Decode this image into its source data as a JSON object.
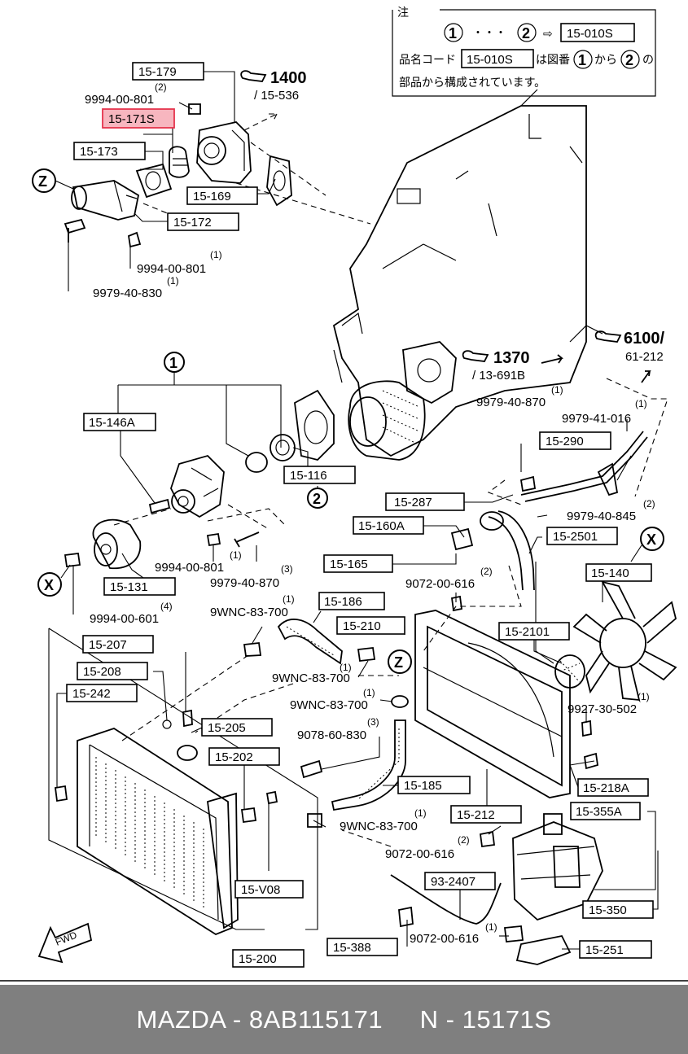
{
  "note": {
    "title": "注",
    "line1_from": "1",
    "line1_dots": "・・・",
    "line1_to": "2",
    "line1_arrow": "⇨",
    "line1_code": "15-010S",
    "line2_prefix": "品名コード",
    "line2_code": "15-010S",
    "line2_mid": "は図番",
    "line2_from": "1",
    "line2_kara": "から",
    "line2_to": "2",
    "line2_no": "の",
    "line3": "部品から構成されています。"
  },
  "refs": {
    "ref1400": "1400",
    "ref1400_sub": "/ 15-536",
    "ref1370": "1370",
    "ref1370_sub": "/ 13-691B",
    "ref6100": "6100/",
    "ref6100_sub": "61-212"
  },
  "parts": {
    "p15_179": "15-179",
    "p15_171s": "15-171S",
    "p15_173": "15-173",
    "p15_169": "15-169",
    "p15_172": "15-172",
    "p15_146a": "15-146A",
    "p15_116": "15-116",
    "p15_131": "15-131",
    "p15_290": "15-290",
    "p15_287": "15-287",
    "p15_160a": "15-160A",
    "p15_2501": "15-2501",
    "p15_165": "15-165",
    "p15_140": "15-140",
    "p15_186": "15-186",
    "p15_210": "15-210",
    "p15_2101": "15-2101",
    "p15_207": "15-207",
    "p15_208": "15-208",
    "p15_242": "15-242",
    "p15_205": "15-205",
    "p15_202": "15-202",
    "p15_185": "15-185",
    "p15_218a": "15-218A",
    "p15_212": "15-212",
    "p15_355a": "15-355A",
    "p93_2407": "93-2407",
    "p15_v08": "15-V08",
    "p15_350": "15-350",
    "p15_388": "15-388",
    "p15_251": "15-251",
    "p15_200": "15-200"
  },
  "fasteners": {
    "f1": "9994-00-801",
    "f1q": "(2)",
    "f2": "9994-00-801",
    "f2q": "(1)",
    "f3": "9979-40-830",
    "f3q": "(1)",
    "f4": "9979-40-870",
    "f4q": "(1)",
    "f5": "9979-41-016",
    "f5q": "(1)",
    "f6": "9979-40-845",
    "f6q": "(2)",
    "f7": "9994-00-801",
    "f7q": "(1)",
    "f8": "9979-40-870",
    "f8q": "(3)",
    "f9": "9072-00-616",
    "f9q": "(2)",
    "f10": "9994-00-601",
    "f10q": "(4)",
    "f11": "9WNC-83-700",
    "f11q": "(1)",
    "f12": "9WNC-83-700",
    "f12q": "(1)",
    "f13": "9WNC-83-700",
    "f13q": "(1)",
    "f14": "9927-30-502",
    "f14q": "(1)",
    "f15": "9078-60-830",
    "f15q": "(3)",
    "f16": "9WNC-83-700",
    "f16q": "(1)",
    "f17": "9072-00-616",
    "f17q": "(2)",
    "f18": "9072-00-616",
    "f18q": "(1)"
  },
  "markers": {
    "z": "Z",
    "x": "X",
    "c1": "1",
    "c2": "2",
    "fwd": "FWD"
  },
  "footer": {
    "text": "MAZDA - 8AB115171     N - 15171S"
  },
  "colors": {
    "highlight_fill": "#f7b6bf",
    "highlight_stroke": "#e5344c",
    "footer_bg": "#7f7f7f",
    "footer_text": "#ffffff"
  }
}
